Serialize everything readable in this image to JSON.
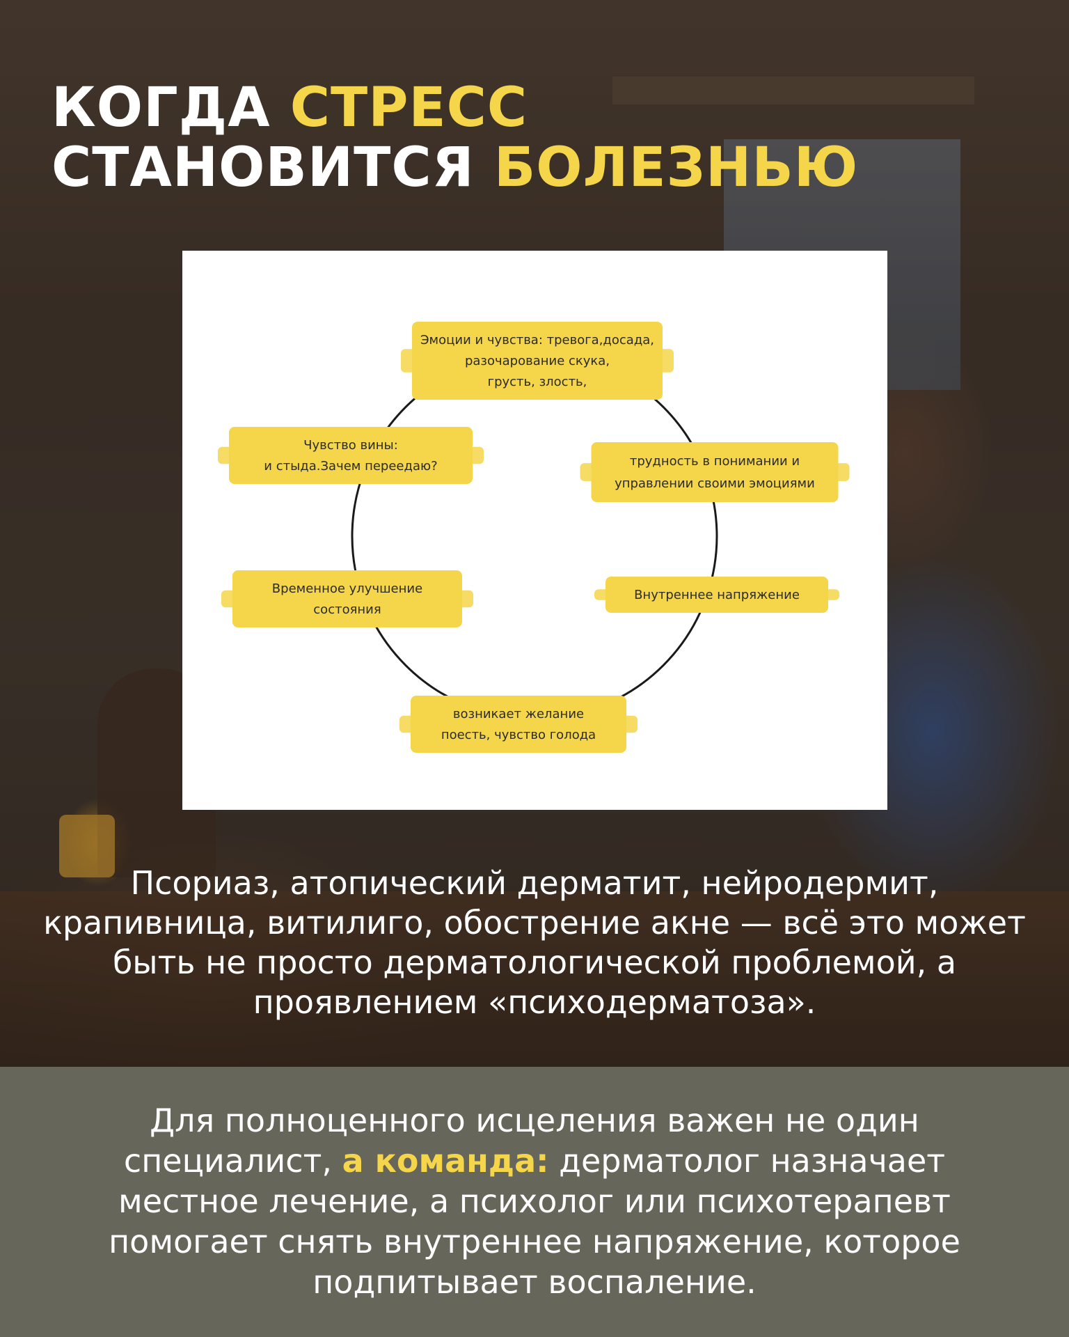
{
  "title": {
    "line1_prefix": "КОГДА",
    "line1_highlight": "СТРЕСС",
    "line2_prefix": "СТАНОВИТСЯ",
    "line2_highlight": "БОЛЕЗНЬЮ"
  },
  "diagram": {
    "nodes": [
      {
        "id": "emotions",
        "lines": [
          "Эмоции и чувства: тревога,досада,",
          "разочарование скука,",
          "грусть, злость,"
        ]
      },
      {
        "id": "difficulty",
        "lines": [
          "трудность в понимании и",
          "управлении своими эмоциями"
        ]
      },
      {
        "id": "tension",
        "lines": [
          "Внутреннее напряжение"
        ]
      },
      {
        "id": "desire",
        "lines": [
          "возникает желание",
          "поесть, чувство голода"
        ]
      },
      {
        "id": "improvement",
        "lines": [
          "Временное улучшение",
          "состояния"
        ]
      },
      {
        "id": "guilt",
        "lines": [
          "Чувство вины:",
          "и стыда.Зачем переедаю?"
        ]
      }
    ],
    "highlight_color": "#f5d64a"
  },
  "middle_text": "Псориаз, атопический дерматит, нейродермит, крапивница, витилиго, обострение акне — всё это может быть не просто дерматологической проблемой, а проявлением «психодерматоза».",
  "footer": {
    "text_before": "Для полноценного исцеления важен не один специалист,",
    "highlight": "а команда:",
    "text_after": "дерматолог назначает местное лечение, а психолог или психотерапевт помогает снять внутреннее напряжение, которое подпитывает воспаление."
  }
}
